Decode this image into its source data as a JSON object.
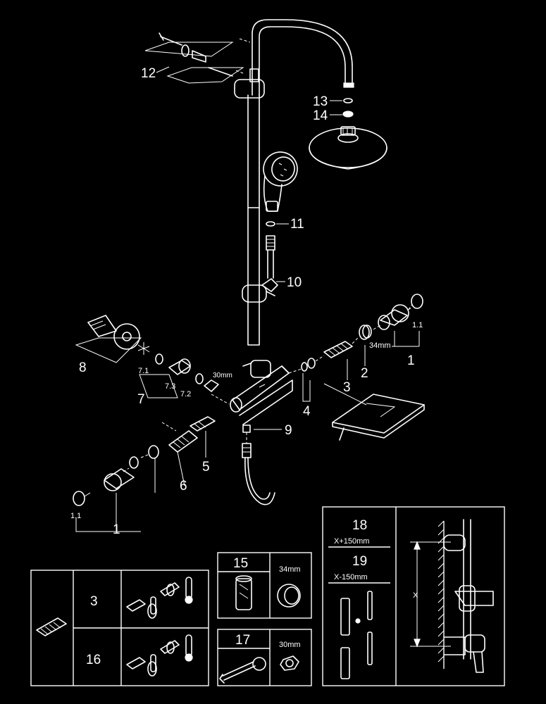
{
  "callouts": {
    "c1_right": "1",
    "c1_1_right": "1.1",
    "c2": "2",
    "c2_dim": "34mm",
    "c3": "3",
    "c4": "4",
    "c5": "5",
    "c6": "6",
    "c7": "7",
    "c7_1": "7.1",
    "c7_2": "7.2",
    "c7_3": "7.3",
    "c7_dim": "30mm",
    "c8": "8",
    "c9": "9",
    "c10": "10",
    "c11": "11",
    "c12": "12",
    "c13": "13",
    "c14": "14",
    "c1_left": "1",
    "c1_1_left": "1.1"
  },
  "table_left": {
    "row1": "3",
    "row2": "16"
  },
  "box15": {
    "label": "15",
    "dim": "34mm"
  },
  "box17": {
    "label": "17",
    "dim": "30mm"
  },
  "panel_right": {
    "label18": "18",
    "formula18": "X+150mm",
    "label19": "19",
    "formula19": "X-150mm",
    "x_label": "X"
  },
  "icons": [
    "shower-column",
    "rain-shower-head",
    "hand-shower",
    "thermostat-mixer",
    "soap-tray",
    "wrench",
    "thermometer",
    "cartridge",
    "nut",
    "ring"
  ]
}
